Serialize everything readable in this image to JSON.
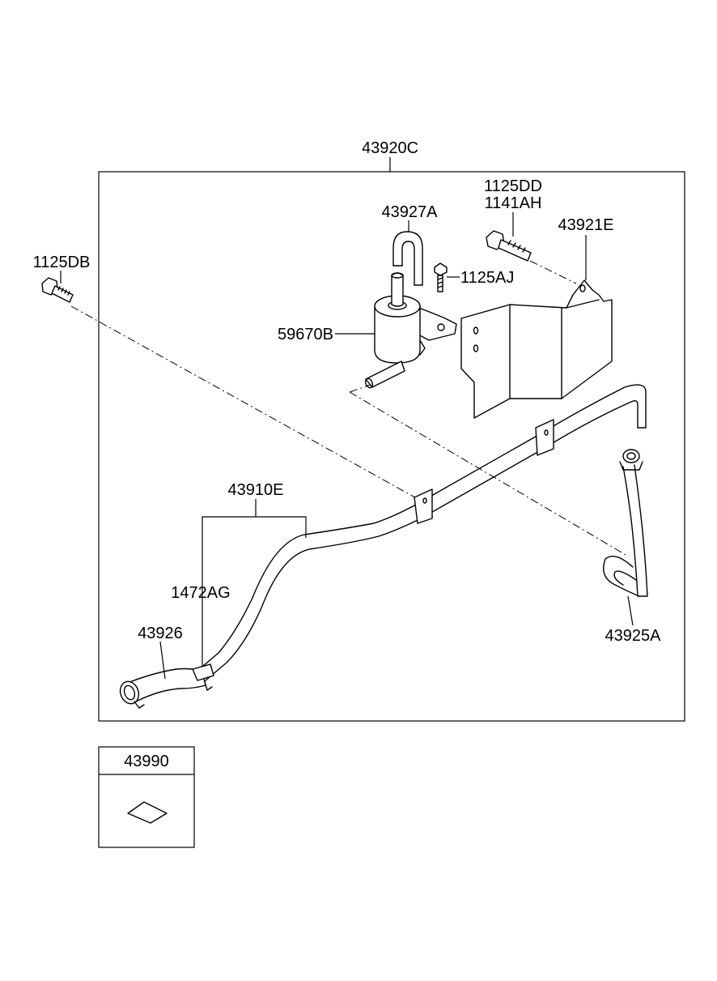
{
  "diagram": {
    "assembly_label": "43920C",
    "labels": {
      "bolt_bracket_a": "1125DD",
      "bolt_bracket_b": "1141AH",
      "bracket": "43921E",
      "hose_top": "43927A",
      "bolt_small": "1125AJ",
      "bolt_left": "1125DB",
      "canister": "59670B",
      "tube": "43910E",
      "clamp": "1472AG",
      "hose_left": "43926",
      "hose_right": "43925A"
    },
    "kit_label": "43990"
  }
}
